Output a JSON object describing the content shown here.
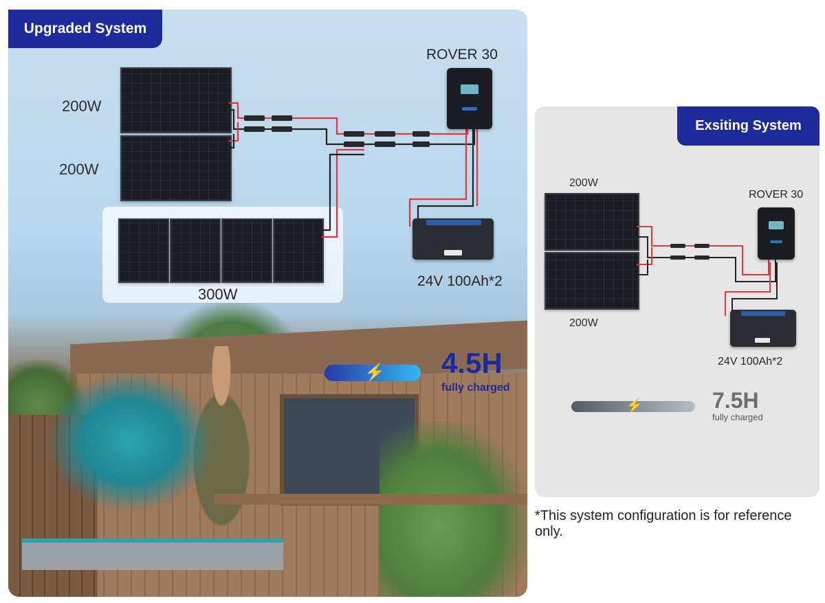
{
  "upgraded": {
    "tag": "Upgraded System",
    "panel_top_label": "200W",
    "panel_bottom_label": "200W",
    "portable_label": "300W",
    "controller_label": "ROVER 30",
    "battery_label": "24V 100Ah*2",
    "charge_time": "4.5H",
    "charge_caption": "fully charged",
    "bar_colors": [
      "#2a3aaa",
      "#33b8ef"
    ]
  },
  "existing": {
    "tag": "Exsiting System",
    "panel_top_label": "200W",
    "panel_bottom_label": "200W",
    "controller_label": "ROVER 30",
    "battery_label": "24V 100Ah*2",
    "charge_time": "7.5H",
    "charge_caption": "fully charged",
    "bar_colors": [
      "#555b63",
      "#b7bdc3"
    ]
  },
  "footnote": "*This system configuration is for reference only."
}
